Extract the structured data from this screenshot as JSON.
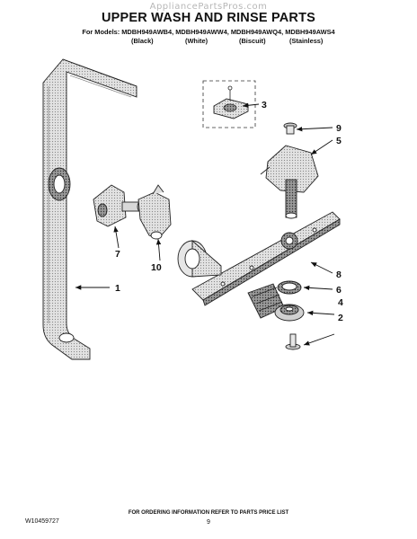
{
  "watermark": "AppliancePartsPros.com",
  "title": "UPPER WASH AND RINSE PARTS",
  "models_line": "For Models: MDBH949AWB4, MDBH949AWW4, MDBH949AWQ4, MDBH949AWS4",
  "finishes": [
    "(Black)",
    "(White)",
    "(Biscuit)",
    "(Stainless)"
  ],
  "callouts": [
    "1",
    "2",
    "3",
    "4",
    "5",
    "6",
    "7",
    "8",
    "9",
    "10"
  ],
  "footer": {
    "doc_number": "W10459727",
    "ordering_info": "FOR ORDERING INFORMATION REFER TO PARTS PRICE LIST",
    "page_number": "9"
  }
}
